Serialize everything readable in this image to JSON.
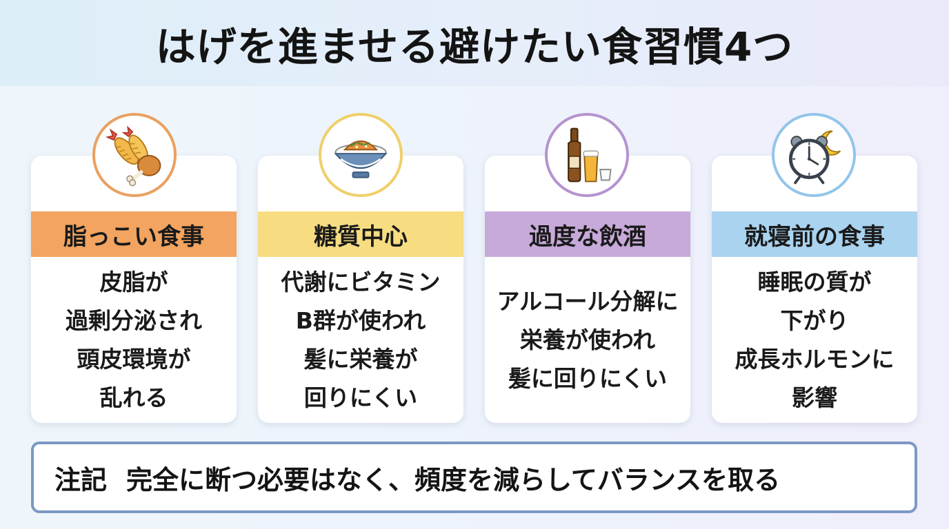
{
  "title": "はげを進ませる避けたい食習慣4つ",
  "cards": [
    {
      "icon": "fried-food-icon",
      "heading": "脂っこい食事",
      "desc": "皮脂が\n過剰分泌され\n頭皮環境が\n乱れる",
      "accent": "#f2a460",
      "ring": "#e9a060"
    },
    {
      "icon": "rice-bowl-icon",
      "heading": "糖質中心",
      "desc": "代謝にビタミン\nB群が使われ\n髪に栄養が\n回りにくい",
      "accent": "#f7dc82",
      "ring": "#f0cf6a"
    },
    {
      "icon": "alcohol-icon",
      "heading": "過度な飲酒",
      "desc": "アルコール分解に\n栄養が使われ\n髪に回りにくい",
      "accent": "#c7a9da",
      "ring": "#b593cf"
    },
    {
      "icon": "alarm-clock-moon-icon",
      "heading": "就寝前の食事",
      "desc": "睡眠の質が\n下がり\n成長ホルモンに\n影響",
      "accent": "#a9d3ef",
      "ring": "#93c5ea"
    }
  ],
  "note": {
    "label": "注記",
    "text": "完全に断つ必要はなく、頻度を減らしてバランスを取る"
  }
}
